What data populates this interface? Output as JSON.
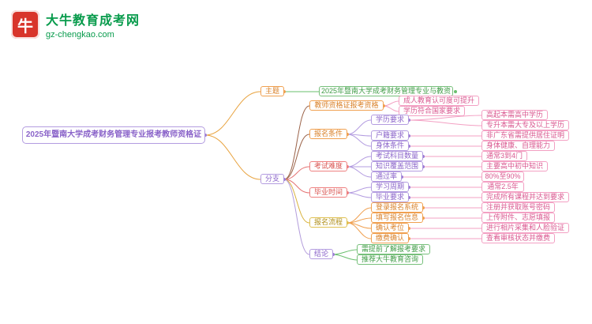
{
  "site": {
    "name": "大牛教育成考网",
    "domain": "gz-chengkao.com",
    "logo_glyph": "牛"
  },
  "palette": {
    "purple": "#b39ce0",
    "pink": "#f3a0c3",
    "orange": "#f0a050",
    "red": "#ee8080",
    "yellow": "#dfc050",
    "green": "#77c07b",
    "brown": "#9a6248",
    "logo_red": "#d8352b",
    "logo_green": "#089b4c"
  },
  "mindmap": {
    "central": "2025年暨南大学成考财务管理专业报考教师资格证",
    "topic": {
      "label": "主题",
      "detail": "2025年暨南大学成考财务管理专业与教资"
    },
    "branch_label": "分支",
    "branches": [
      {
        "label": "教师资格证报考资格",
        "children": [
          {
            "label": "成人教育认可度可提升"
          },
          {
            "label": "学历符合国家要求"
          }
        ]
      },
      {
        "label": "报名条件",
        "children": [
          {
            "label": "学历要求",
            "children": [
              {
                "label": "高起本需高中学历"
              },
              {
                "label": "专升本需大专及以上学历"
              }
            ]
          },
          {
            "label": "户籍要求",
            "children": [
              {
                "label": "非广东省需提供居住证明"
              }
            ]
          },
          {
            "label": "身体条件",
            "children": [
              {
                "label": "身体健康、自理能力"
              }
            ]
          }
        ]
      },
      {
        "label": "考试难度",
        "children": [
          {
            "label": "考试科目数量",
            "children": [
              {
                "label": "通常3到4门"
              }
            ]
          },
          {
            "label": "知识覆盖范围",
            "children": [
              {
                "label": "主要高中初中知识"
              }
            ]
          },
          {
            "label": "通过率",
            "children": [
              {
                "label": "80%至90%"
              }
            ]
          }
        ]
      },
      {
        "label": "毕业时间",
        "children": [
          {
            "label": "学习周期",
            "children": [
              {
                "label": "通常2.5年"
              }
            ]
          },
          {
            "label": "毕业要求",
            "children": [
              {
                "label": "完成所有课程并达到要求"
              }
            ]
          }
        ]
      },
      {
        "label": "报名流程",
        "children": [
          {
            "label": "登录报名系统",
            "children": [
              {
                "label": "注册并获取账号密码"
              }
            ]
          },
          {
            "label": "填写报名信息",
            "children": [
              {
                "label": "上传附件、志愿填报"
              }
            ]
          },
          {
            "label": "确认考位",
            "children": [
              {
                "label": "进行相片采集和人脸验证"
              }
            ]
          },
          {
            "label": "缴费确认",
            "children": [
              {
                "label": "查看审核状态并缴费"
              }
            ]
          }
        ]
      },
      {
        "label": "结论",
        "children": [
          {
            "label": "需提前了解报考要求"
          },
          {
            "label": "推荐大牛教育咨询"
          }
        ]
      }
    ]
  }
}
